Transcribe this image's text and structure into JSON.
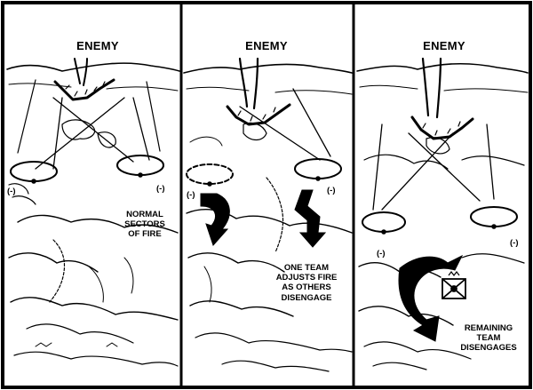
{
  "panels": [
    {
      "enemy_label": "ENEMY",
      "caption": "NORMAL\nSECTORS\nOF FIRE",
      "position_marks": [
        "(-)",
        "(-)"
      ]
    },
    {
      "enemy_label": "ENEMY",
      "caption": "ONE TEAM\nADJUSTS FIRE\nAS OTHERS\nDISENGAGE",
      "position_marks": [
        "(-)",
        "(-)"
      ]
    },
    {
      "enemy_label": "ENEMY",
      "caption": "REMAINING\nTEAM\nDISENGAGES",
      "position_marks": [
        "(-)",
        "(-)"
      ]
    }
  ]
}
